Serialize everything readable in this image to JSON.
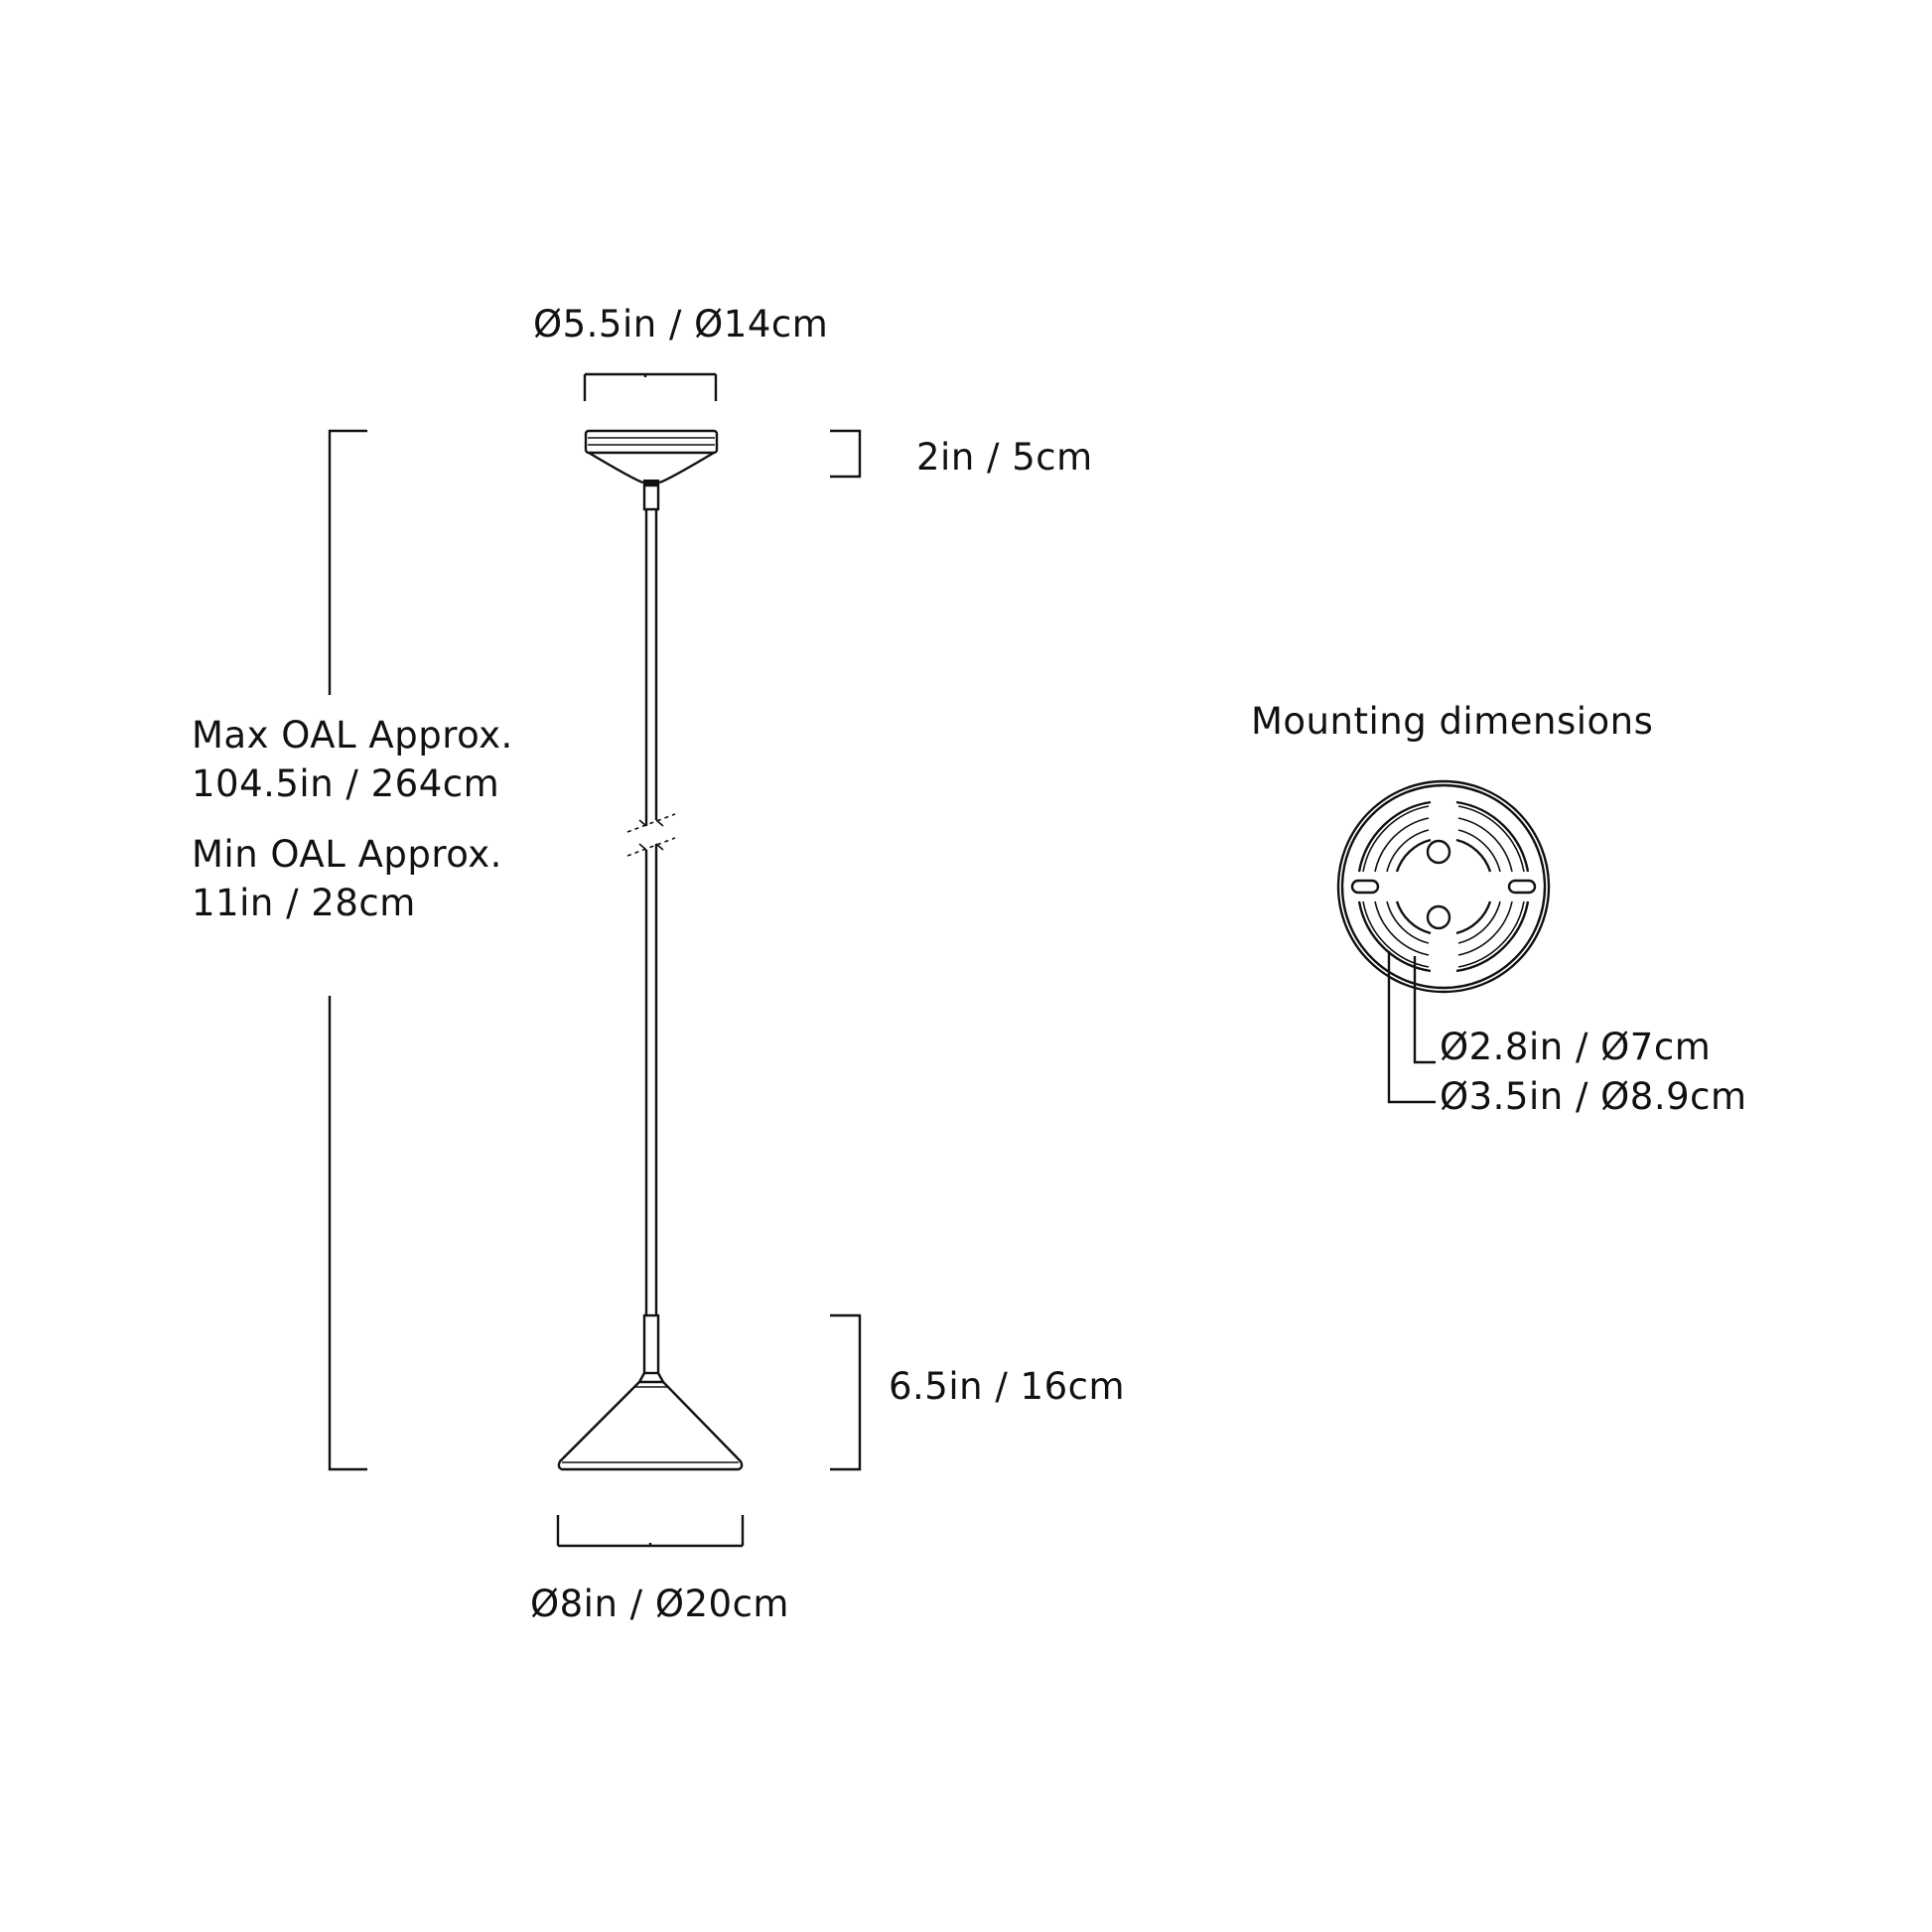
{
  "labels": {
    "canopy_diameter": "Ø5.5in / Ø14cm",
    "canopy_height": "2in / 5cm",
    "max_oal_title": "Max OAL Approx.",
    "max_oal_value": "104.5in / 264cm",
    "min_oal_title": "Min OAL Approx.",
    "min_oal_value": "11in / 28cm",
    "shade_height": "6.5in / 16cm",
    "shade_diameter": "Ø8in / Ø20cm",
    "mounting_title": "Mounting dimensions",
    "mount_inner": "Ø2.8in / Ø7cm",
    "mount_outer": "Ø3.5in / Ø8.9cm"
  },
  "colors": {
    "line": "#111111",
    "background": "#ffffff"
  }
}
